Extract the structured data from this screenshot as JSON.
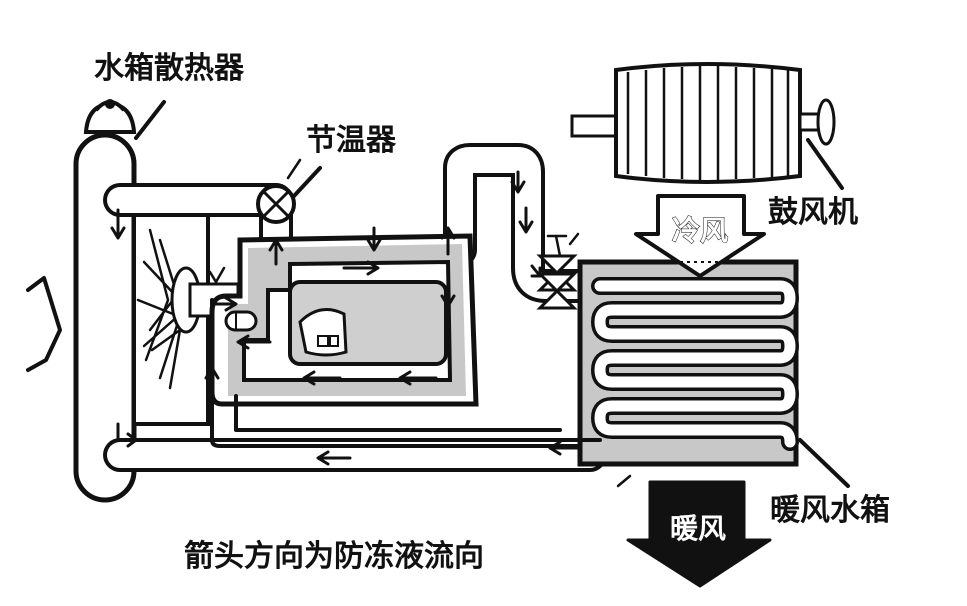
{
  "labels": {
    "radiator": "水箱散热器",
    "thermostat": "节温器",
    "blower": "鼓风机",
    "heater_core": "暖风水箱",
    "cold_air": "冷风",
    "warm_air": "暖风",
    "caption": "箭头方向为防冻液流向"
  },
  "colors": {
    "ink": "#111111",
    "coolant_fill": "#c8c8c8",
    "warm_air_arrow": "#111111",
    "cold_air_arrow": "#ffffff"
  },
  "icons": {
    "radiator_cap": "radiator-cap-icon",
    "fan": "cooling-fan-icon",
    "thermostat_valve": "thermostat-valve-icon",
    "heater_valve": "heater-valve-icon",
    "blower_motor": "blower-motor-icon",
    "engine_block": "engine-block-icon"
  }
}
